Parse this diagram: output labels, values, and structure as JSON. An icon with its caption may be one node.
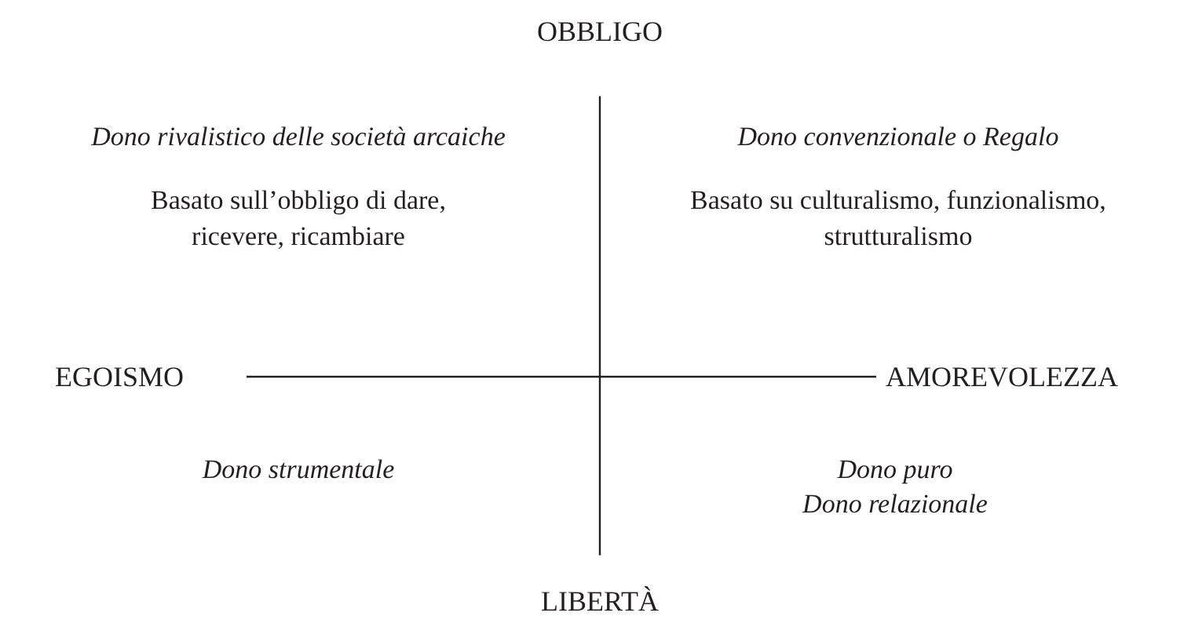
{
  "diagram": {
    "nodes": [
      {
        "text": [
          "OBBLIGO"
        ]
      },
      {
        "text": [
          "EGOISMO"
        ]
      },
      {
        "text": [
          "AMOREVOLEZZA"
        ]
      },
      {
        "text": [
          "LIBERTÀ"
        ]
      }
    ],
    "edges": [
      {
        "from": 0,
        "to": 3,
        "arrow": "none"
      },
      {
        "from": 1,
        "to": 2,
        "arrow": "none"
      }
    ],
    "labels": [
      "Dono rivalistico delle società arcaiche",
      "Dono convenzionale o Regalo",
      "Basato sull’obbligo di dare, ricevere, ricambiare",
      "Basato su culturalismo, funzionalismo, strutturalismo",
      "Dono strumentale",
      "Dono puro",
      "Dono relazionale"
    ]
  }
}
